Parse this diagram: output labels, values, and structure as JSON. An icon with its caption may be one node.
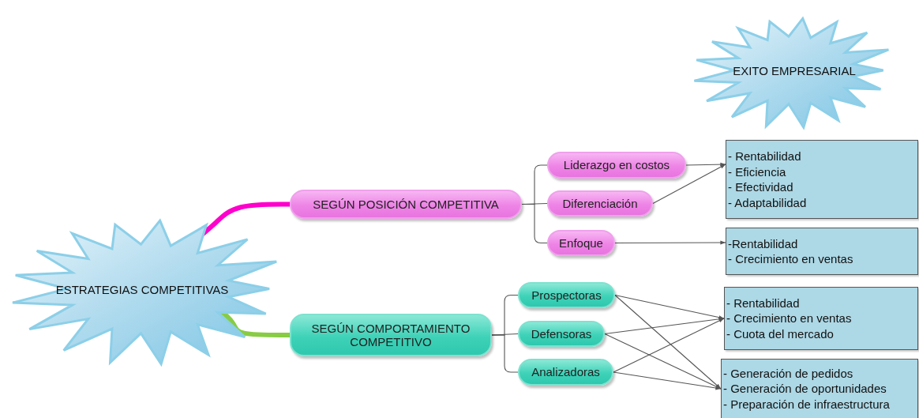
{
  "diagram": {
    "nodes": [
      {
        "text": [
          "EXITO EMPRESARIAL"
        ]
      },
      {
        "text": [
          "ESTRATEGIAS COMPETITIVAS"
        ]
      },
      {
        "text": [
          "SEGÚN POSICIÓN COMPETITIVA"
        ]
      },
      {
        "text": [
          "Liderazgo en costos"
        ]
      },
      {
        "text": [
          "Diferenciación"
        ]
      },
      {
        "text": [
          "Enfoque"
        ]
      },
      {
        "text": [
          "- Rentabilidad",
          "- Eficiencia",
          "- Efectividad",
          "- Adaptabilidad"
        ]
      },
      {
        "text": [
          "-Rentabilidad",
          "- Crecimiento en ventas"
        ]
      },
      {
        "text": [
          "SEGÚN COMPORTAMIENTO COMPETITIVO"
        ]
      },
      {
        "text": [
          "Prospectoras"
        ]
      },
      {
        "text": [
          "Defensoras"
        ]
      },
      {
        "text": [
          "Analizadoras"
        ]
      },
      {
        "text": [
          "- Rentabilidad",
          "- Crecimiento en ventas",
          "- Cuota del mercado"
        ]
      },
      {
        "text": [
          "- Generación de pedidos",
          "- Generación de oportunidades",
          "- Preparación de infraestructura"
        ]
      }
    ],
    "edges": [
      {
        "from": 1,
        "to": 2,
        "arrow": "none",
        "style": "thick",
        "color": "#ff00cc"
      },
      {
        "from": 1,
        "to": 8,
        "arrow": "none",
        "style": "thick",
        "color": "#88cc44"
      },
      {
        "from": 2,
        "to": 3,
        "arrow": "none"
      },
      {
        "from": 2,
        "to": 4,
        "arrow": "none"
      },
      {
        "from": 2,
        "to": 5,
        "arrow": "none"
      },
      {
        "from": 3,
        "to": 6,
        "arrow": "to"
      },
      {
        "from": 4,
        "to": 6,
        "arrow": "to"
      },
      {
        "from": 5,
        "to": 7,
        "arrow": "to"
      },
      {
        "from": 8,
        "to": 9,
        "arrow": "none"
      },
      {
        "from": 8,
        "to": 10,
        "arrow": "none"
      },
      {
        "from": 8,
        "to": 11,
        "arrow": "none"
      },
      {
        "from": 9,
        "to": 12,
        "arrow": "to"
      },
      {
        "from": 9,
        "to": 13,
        "arrow": "to"
      },
      {
        "from": 10,
        "to": 12,
        "arrow": "to"
      },
      {
        "from": 10,
        "to": 13,
        "arrow": "to"
      },
      {
        "from": 11,
        "to": 12,
        "arrow": "to"
      },
      {
        "from": 11,
        "to": 13,
        "arrow": "to"
      }
    ]
  }
}
